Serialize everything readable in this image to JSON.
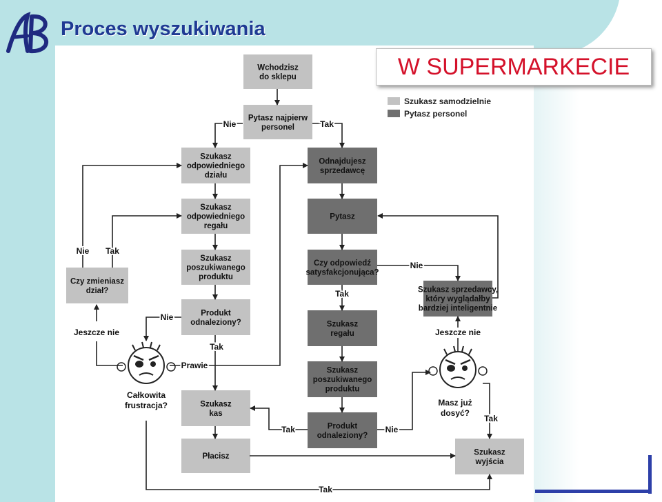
{
  "title": "Proces wyszukiwania",
  "callout": "W SUPERMARKECIE",
  "colors": {
    "light_box": "#c2c2c2",
    "dark_box": "#6f6f6f",
    "title": "#1f3a93",
    "callout": "#d4112a"
  },
  "legend": {
    "self": "Szukasz samodzielnie",
    "staff": "Pytasz personel"
  },
  "boxes": {
    "wchodzisz": [
      "Wchodzisz",
      "do sklepu"
    ],
    "pytasz_najpierw": [
      "Pytasz najpierw",
      "personel"
    ],
    "szukasz_dzialu": [
      "Szukasz",
      "odpowiedniego",
      "działu"
    ],
    "szukasz_regalu": [
      "Szukasz",
      "odpowiedniego",
      "regału"
    ],
    "szukasz_produktu": [
      "Szukasz",
      "poszukiwanego",
      "produktu"
    ],
    "produkt_odnaleziony_l": [
      "Produkt",
      "odnaleziony?"
    ],
    "czy_zmieniasz": [
      "Czy zmieniasz",
      "dział?"
    ],
    "szukasz_kas": [
      "Szukasz",
      "kas"
    ],
    "placisz": [
      "Płacisz"
    ],
    "odnajdujesz": [
      "Odnajdujesz",
      "sprzedawcę"
    ],
    "pytasz": [
      "Pytasz"
    ],
    "czy_odpowiedz": [
      "Czy odpowiedź",
      "satysfakcjonująca?"
    ],
    "szukasz_regalu_r": [
      "Szukasz",
      "regału"
    ],
    "szukasz_produktu_r": [
      "Szukasz",
      "poszukiwanego",
      "produktu"
    ],
    "produkt_odnaleziony_r": [
      "Produkt",
      "odnaleziony?"
    ],
    "szukasz_sprzedawcy": [
      "Szukasz sprzedawcy,",
      "który wyglądałby",
      "bardziej inteligentnie"
    ],
    "szukasz_wyjscia": [
      "Szukasz",
      "wyjścia"
    ]
  },
  "faces": {
    "left": [
      "Całkowita",
      "frustracja?"
    ],
    "right": [
      "Masz już",
      "dosyć?"
    ]
  },
  "labels": {
    "nie_top": "Nie",
    "tak_top": "Tak",
    "nie_left": "Nie",
    "tak_left": "Tak",
    "jeszcze_nie_l": "Jeszcze nie",
    "nie_produkt": "Nie",
    "tak_produkt": "Tak",
    "prawie": "Prawie",
    "tak_czy": "Tak",
    "nie_czy": "Nie",
    "jeszcze_nie_r": "Jeszcze nie",
    "tak_dosyc": "Tak",
    "tak_kas": "Tak",
    "nie_produkt_r": "Nie",
    "tak_bottom": "Tak"
  }
}
